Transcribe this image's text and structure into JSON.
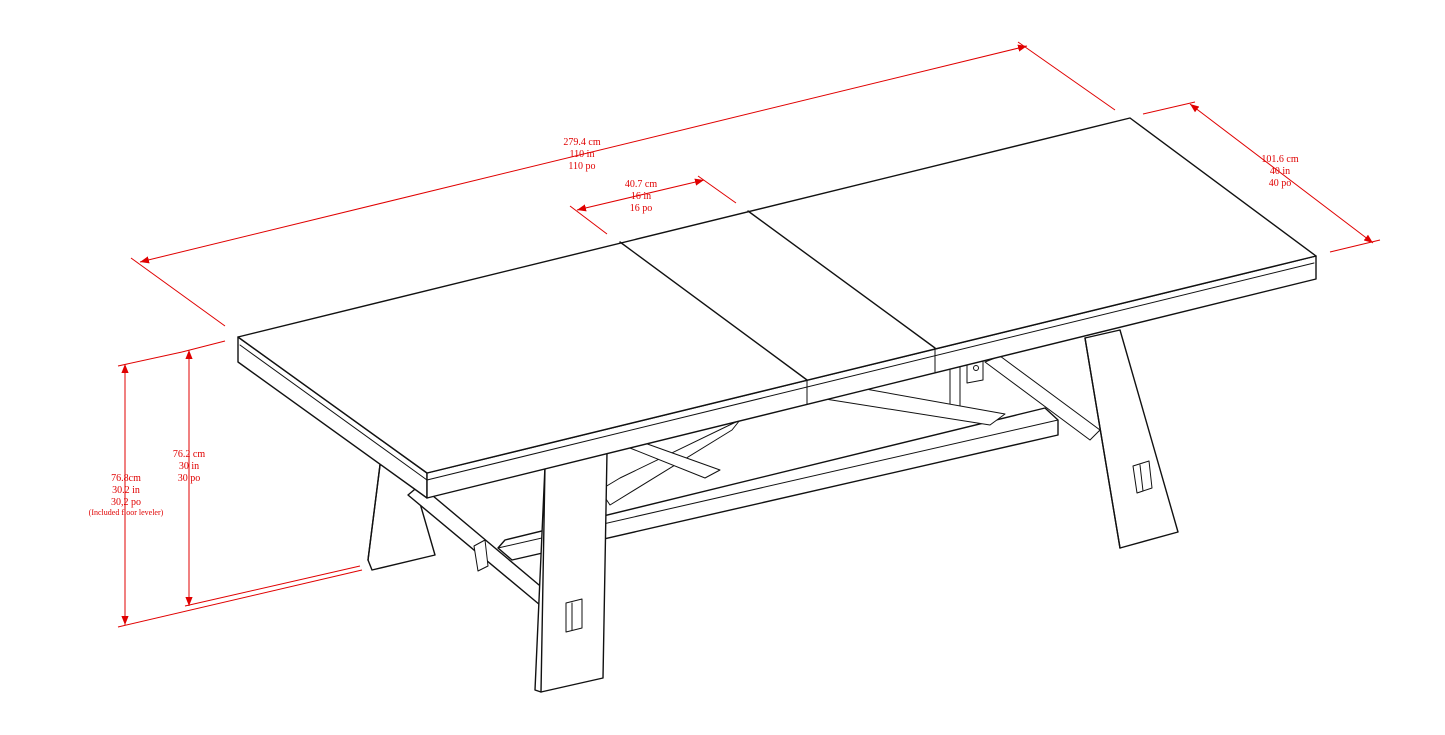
{
  "colors": {
    "dimension": "#e00000",
    "outline": "#111111",
    "background": "#ffffff"
  },
  "dimensions": {
    "length": {
      "cm": "279.4 cm",
      "in": "110 in",
      "po": "110 po"
    },
    "leaf": {
      "cm": "40.7 cm",
      "in": "16 in",
      "po": "16 po"
    },
    "depth": {
      "cm": "101.6 cm",
      "in": "40 in",
      "po": "40 po"
    },
    "height": {
      "cm": "76.2 cm",
      "in": "30 in",
      "po": "30 po"
    },
    "height_leveler": {
      "cm": "76.8cm",
      "in": "30.2 in",
      "po": "30,2 po",
      "note": "(Included floor leveler)"
    }
  }
}
